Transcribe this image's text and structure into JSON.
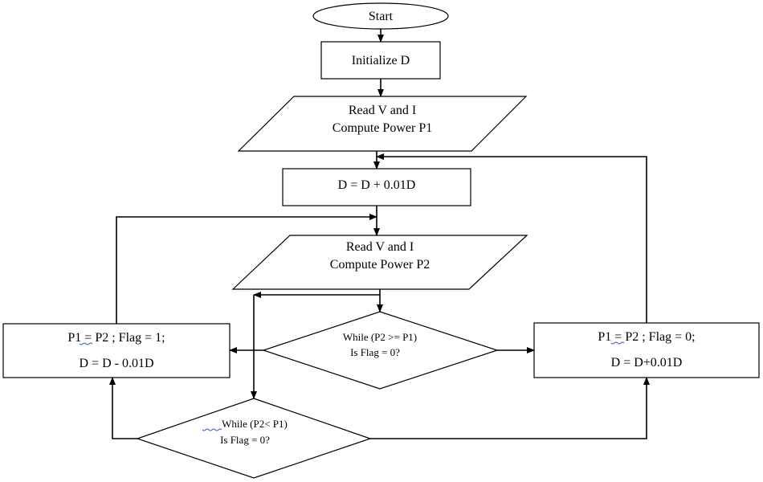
{
  "nodes": {
    "start": "Start",
    "init": "Initialize D",
    "read1": {
      "line1": "Read V and I",
      "line2": "Compute Power P1"
    },
    "increment": "D = D + 0.01D",
    "read2": {
      "line1": "Read V and I",
      "line2": "Compute Power P2"
    },
    "decision1": {
      "line1": "While (P2 >= P1)",
      "line2": "Is Flag = 0?"
    },
    "left_box": {
      "line1": "P1 = P2 ; Flag = 1;",
      "line2": "D = D - 0.01D"
    },
    "right_box": {
      "line1": "P1 = P2 ; Flag = 0;",
      "line2": "D = D+0.01D"
    },
    "decision2": {
      "line1": "While  (P2< P1)",
      "line2": "Is Flag = 0?"
    }
  }
}
